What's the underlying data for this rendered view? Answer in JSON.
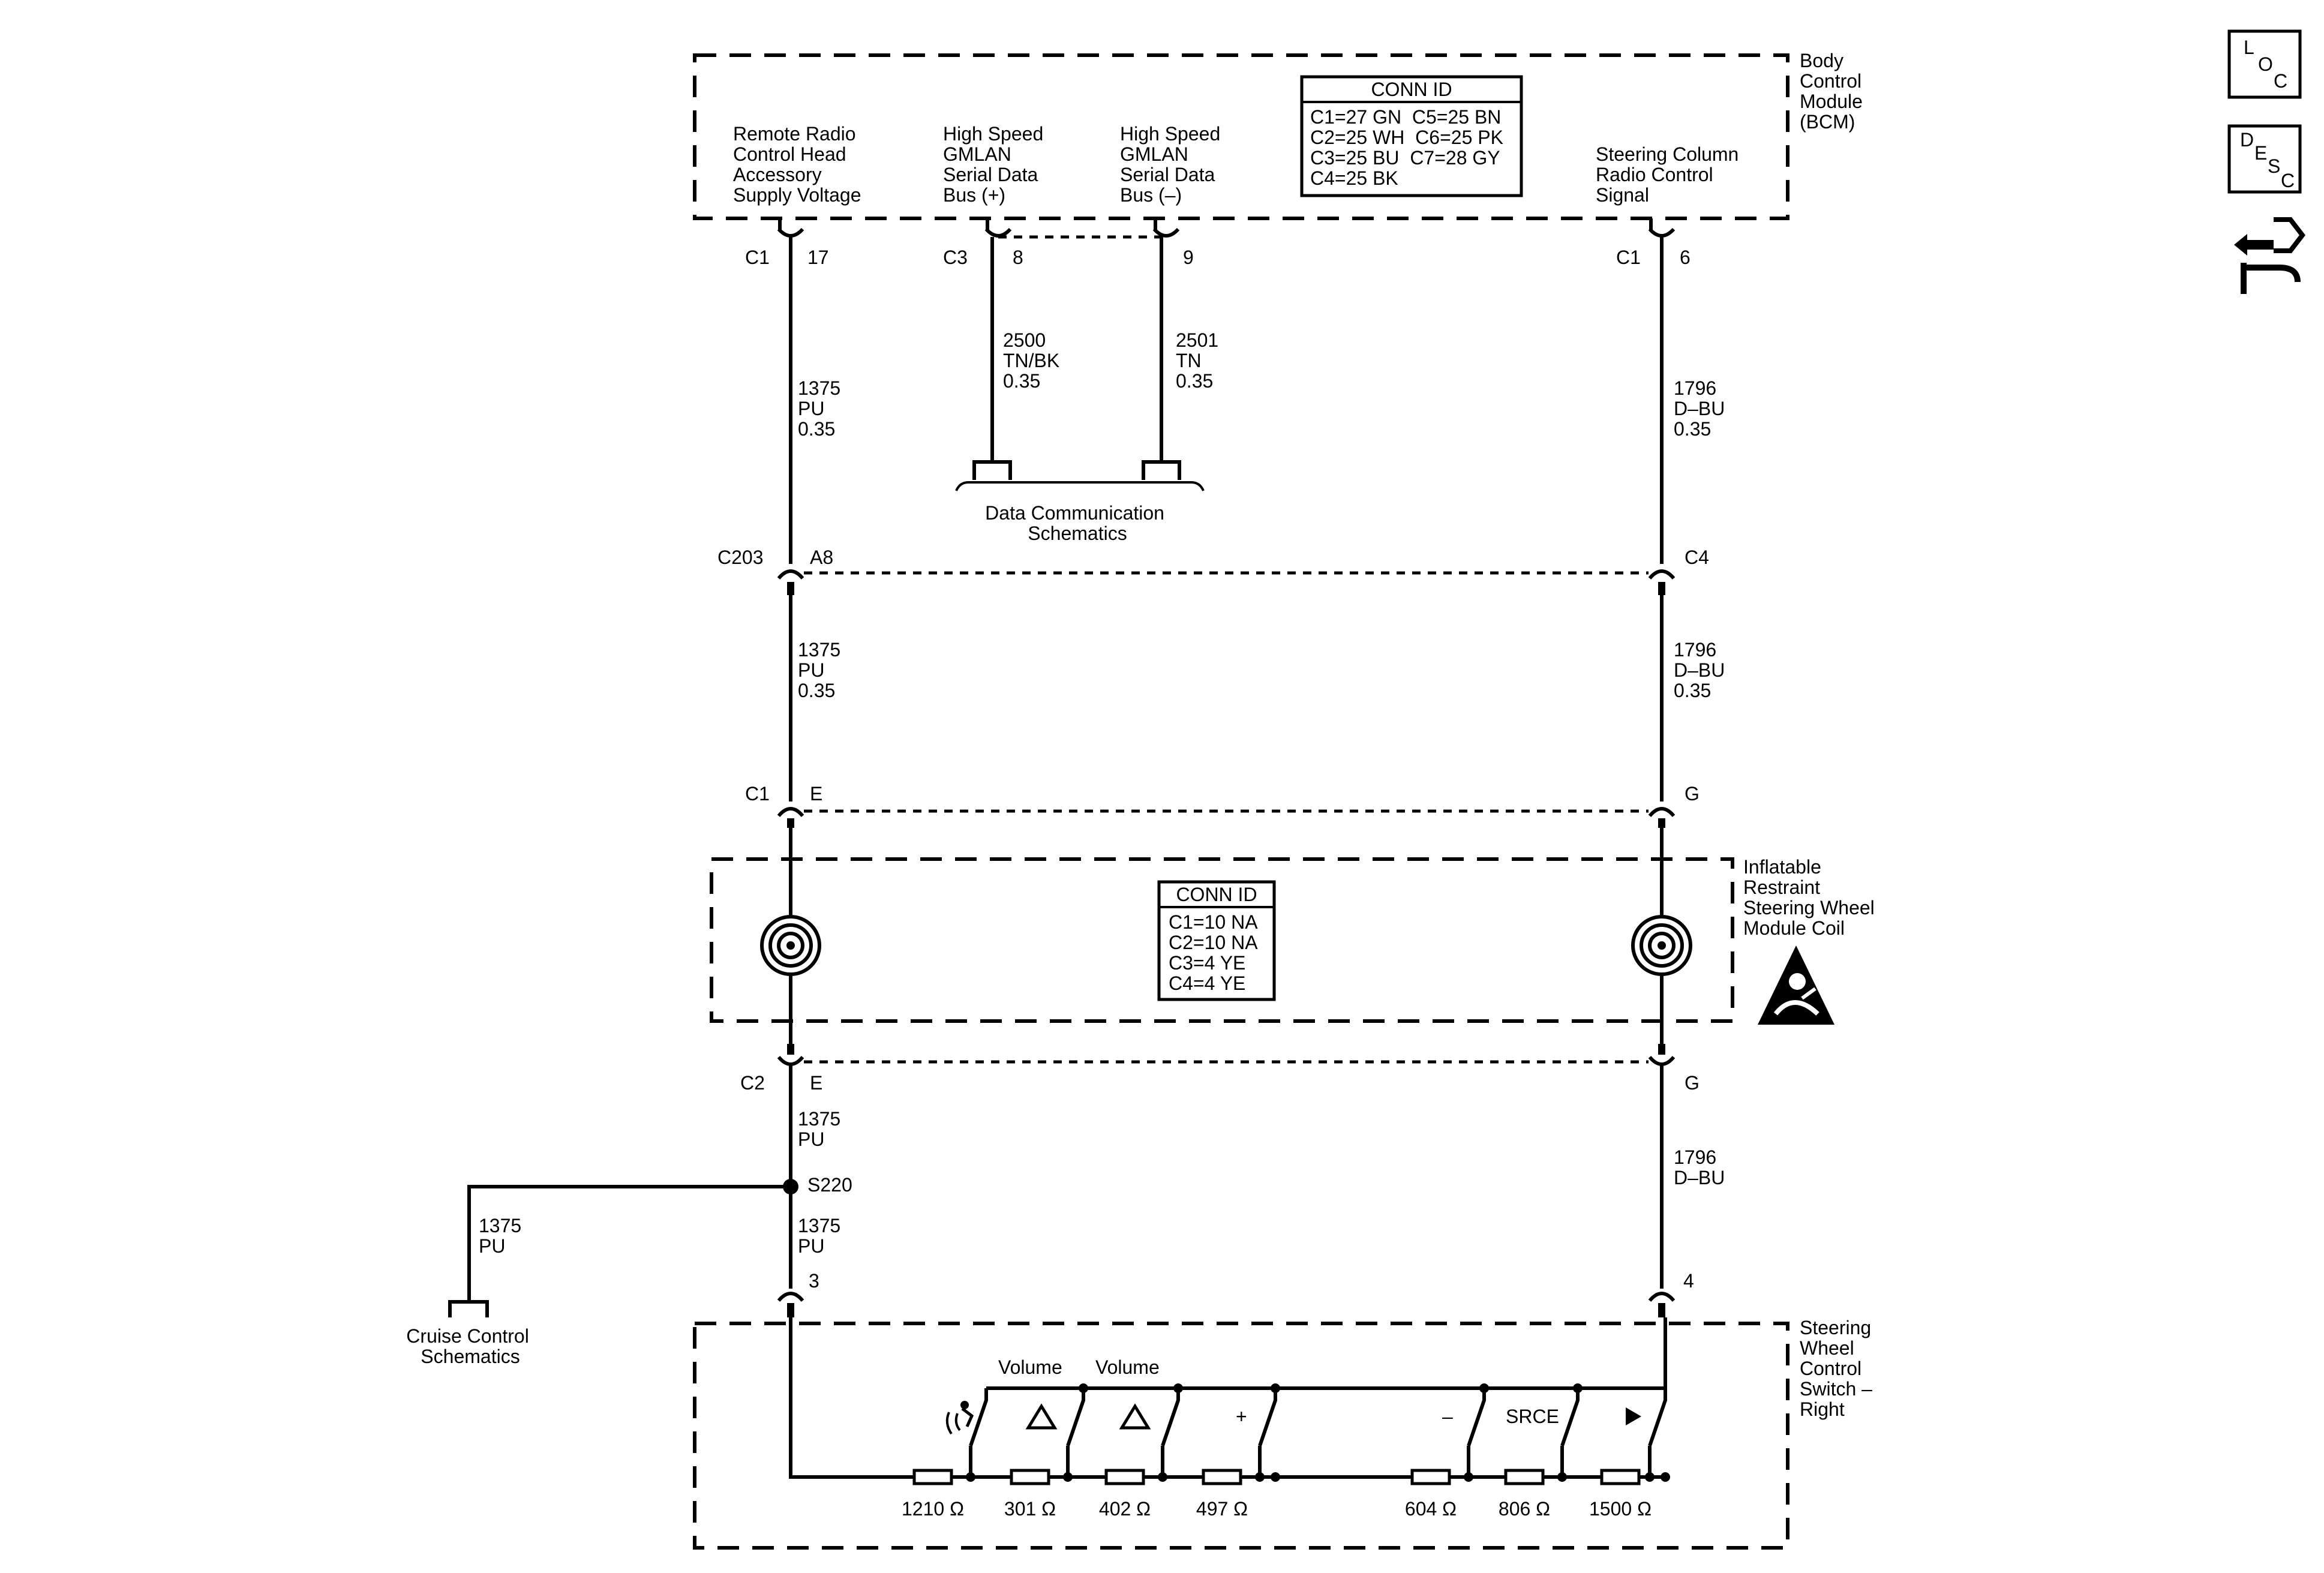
{
  "bcm": {
    "name": [
      "Body",
      "Control",
      "Module",
      "(BCM)"
    ],
    "signals": {
      "remote_radio": [
        "Remote Radio",
        "Control Head",
        "Accessory",
        "Supply Voltage"
      ],
      "gmlan_plus": [
        "High Speed",
        "GMLAN",
        "Serial Data",
        "Bus (+)"
      ],
      "gmlan_minus": [
        "High Speed",
        "GMLAN",
        "Serial Data",
        "Bus (–)"
      ],
      "steering_signal": [
        "Steering Column",
        "Radio Control",
        "Signal"
      ]
    },
    "conn_id": {
      "title": "CONN ID",
      "rows": [
        "C1=27 GN  C5=25 BN",
        "C2=25 WH  C6=25 PK",
        "C3=25 BU  C7=28 GY",
        "C4=25 BK"
      ]
    },
    "pins": {
      "c1_17": [
        "C1",
        "17"
      ],
      "c3_8": [
        "C3",
        "8"
      ],
      "pin_9": "9",
      "c1_6": [
        "C1",
        "6"
      ]
    }
  },
  "wires": {
    "w1375_top": [
      "1375",
      "PU",
      "0.35"
    ],
    "w2500": [
      "2500",
      "TN/BK",
      "0.35"
    ],
    "w2501": [
      "2501",
      "TN",
      "0.35"
    ],
    "w1796_top": [
      "1796",
      "D–BU",
      "0.35"
    ],
    "w1375_mid": [
      "1375",
      "PU",
      "0.35"
    ],
    "w1796_mid": [
      "1796",
      "D–BU",
      "0.35"
    ],
    "w1375_c2": [
      "1375",
      "PU"
    ],
    "w1375_branch": [
      "1375",
      "PU"
    ],
    "w1375_low": [
      "1375",
      "PU"
    ],
    "w1796_low": [
      "1796",
      "D–BU"
    ]
  },
  "data_comm": [
    "Data Communication",
    "Schematics"
  ],
  "connectors": {
    "c203": [
      "C203",
      "A8",
      "C4"
    ],
    "c1": [
      "C1",
      "E",
      "G"
    ],
    "c2": [
      "C2",
      "E",
      "G"
    ]
  },
  "coil": {
    "name": [
      "Inflatable",
      "Restraint",
      "Steering Wheel",
      "Module Coil"
    ],
    "conn_id": {
      "title": "CONN ID",
      "rows": [
        "C1=10 NA",
        "C2=10 NA",
        "C3=4 YE",
        "C4=4 YE"
      ]
    }
  },
  "splice": "S220",
  "cruise": [
    "Cruise Control",
    "Schematics"
  ],
  "switch_pins": [
    "3",
    "4"
  ],
  "switch_module": {
    "name": [
      "Steering",
      "Wheel",
      "Control",
      "Switch –",
      "Right"
    ],
    "volume_labels": [
      "Volume",
      "Volume"
    ],
    "button_labels": [
      "+",
      "–",
      "SRCE"
    ],
    "resistors": [
      "1210 Ω",
      "301 Ω",
      "402 Ω",
      "497 Ω",
      "604 Ω",
      "806 Ω",
      "1500 Ω"
    ]
  },
  "side_icons": {
    "loc": [
      "L",
      "O",
      "C"
    ],
    "desc": [
      "D",
      "E",
      "S",
      "C"
    ],
    "arrows_icon": "component-view-icon"
  }
}
